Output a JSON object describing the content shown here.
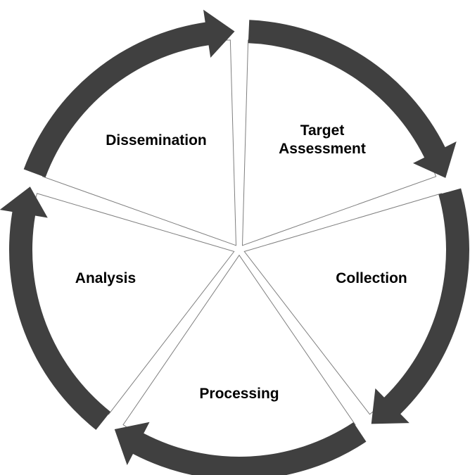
{
  "colors": {
    "background": "#ffffff",
    "arrow": "#404040",
    "wedge": "#ffffff",
    "wedge_outline": "#7f7f7f",
    "text": "#000000"
  },
  "stages": [
    {
      "id": "target-assessment",
      "lines": [
        "Target",
        "Assessment"
      ]
    },
    {
      "id": "collection",
      "lines": [
        "Collection"
      ]
    },
    {
      "id": "processing",
      "lines": [
        "Processing"
      ]
    },
    {
      "id": "analysis",
      "lines": [
        "Analysis"
      ]
    },
    {
      "id": "dissemination",
      "lines": [
        "Dissemination"
      ]
    }
  ]
}
